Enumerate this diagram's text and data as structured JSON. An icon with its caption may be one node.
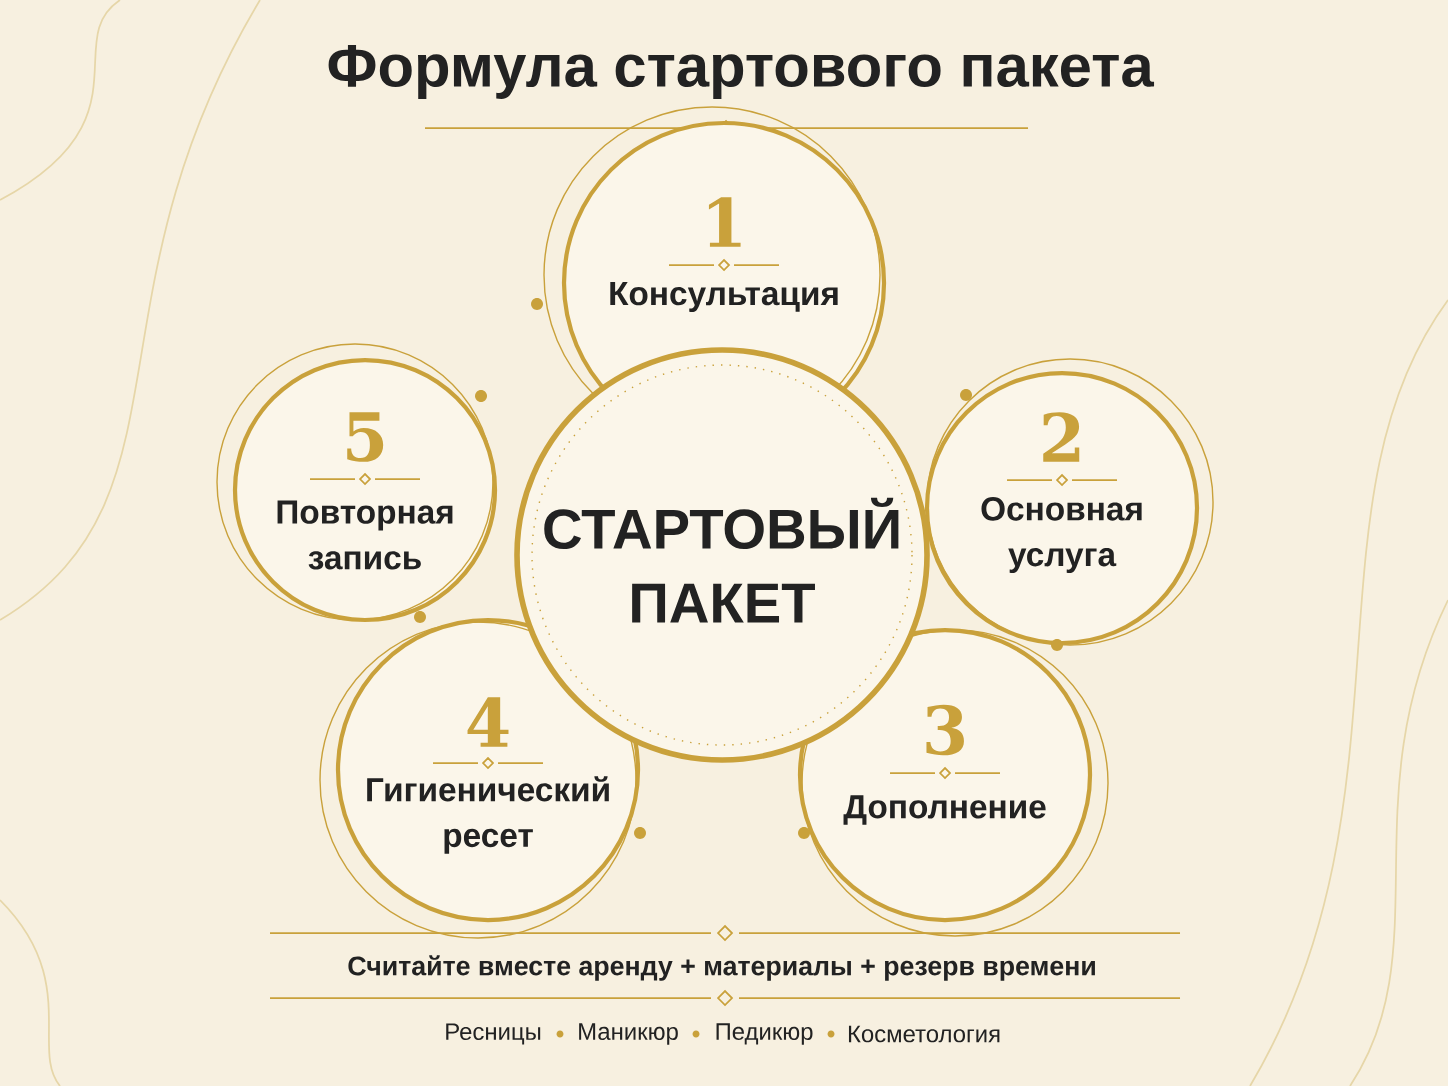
{
  "diagram": {
    "title": "Формула стартового пакета",
    "nodes": [
      {
        "text": [
          "СТАРТОВЫЙ ПАКЕТ"
        ]
      },
      {
        "text": [
          "1",
          "Консультация"
        ]
      },
      {
        "text": [
          "2",
          "Основная услуга"
        ]
      },
      {
        "text": [
          "3",
          "Дополнение"
        ]
      },
      {
        "text": [
          "4",
          "Гигиенический ресет"
        ]
      },
      {
        "text": [
          "5",
          "Повторная запись"
        ]
      }
    ],
    "labels": [
      "Считайте вместе аренду + материалы + резерв времени",
      "Ресницы",
      "Маникюр",
      "Педикюр",
      "Косметология"
    ]
  }
}
